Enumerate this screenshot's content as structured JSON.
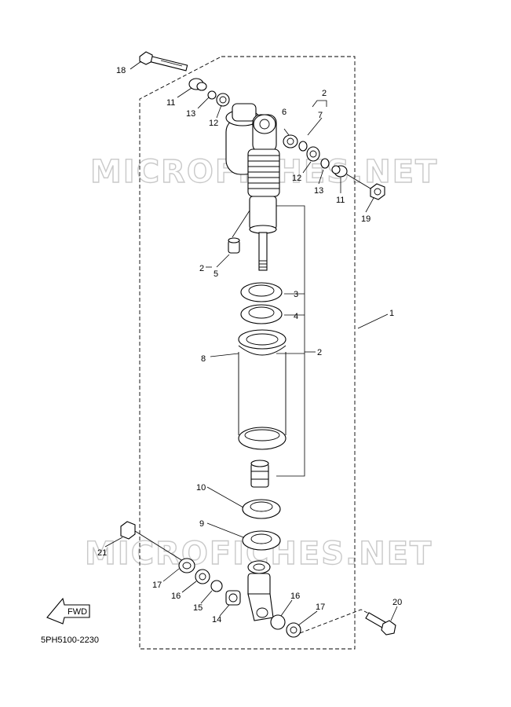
{
  "diagram": {
    "watermark": "MICROFICHES.NET",
    "drawing_code": "5PH5100-2230",
    "fwd_label": "FWD",
    "callouts": [
      {
        "id": "c18",
        "text": "18"
      },
      {
        "id": "c11a",
        "text": "11"
      },
      {
        "id": "c13a",
        "text": "13"
      },
      {
        "id": "c12a",
        "text": "12"
      },
      {
        "id": "c2a",
        "text": "2"
      },
      {
        "id": "c6",
        "text": "6"
      },
      {
        "id": "c7",
        "text": "7"
      },
      {
        "id": "c12b",
        "text": "12"
      },
      {
        "id": "c13b",
        "text": "13"
      },
      {
        "id": "c11b",
        "text": "11"
      },
      {
        "id": "c19",
        "text": "19"
      },
      {
        "id": "c2b",
        "text": "2"
      },
      {
        "id": "c5",
        "text": "5"
      },
      {
        "id": "c3",
        "text": "3"
      },
      {
        "id": "c4",
        "text": "4"
      },
      {
        "id": "c1",
        "text": "1"
      },
      {
        "id": "c8",
        "text": "8"
      },
      {
        "id": "c2c",
        "text": "2"
      },
      {
        "id": "c10",
        "text": "10"
      },
      {
        "id": "c9",
        "text": "9"
      },
      {
        "id": "c21",
        "text": "21"
      },
      {
        "id": "c17a",
        "text": "17"
      },
      {
        "id": "c16a",
        "text": "16"
      },
      {
        "id": "c15",
        "text": "15"
      },
      {
        "id": "c14",
        "text": "14"
      },
      {
        "id": "c16b",
        "text": "16"
      },
      {
        "id": "c17b",
        "text": "17"
      },
      {
        "id": "c20",
        "text": "20"
      }
    ]
  }
}
